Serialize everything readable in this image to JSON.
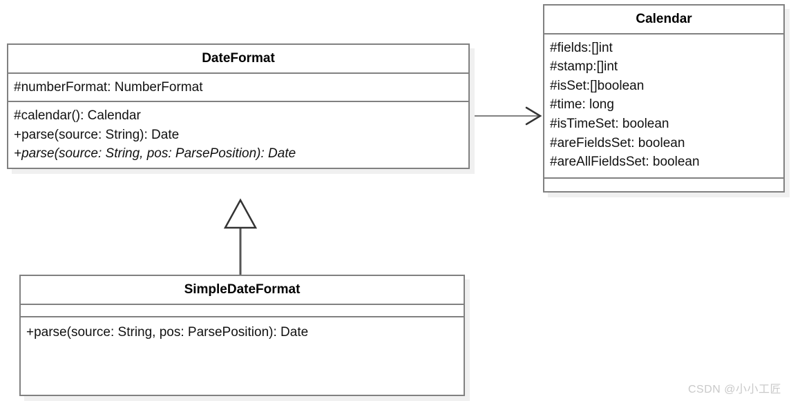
{
  "diagram": {
    "type": "uml-class-diagram",
    "background_color": "#ffffff",
    "border_color": "#808080",
    "shadow_color": "#f0f0f0",
    "text_color": "#111111"
  },
  "classes": [
    {
      "id": "dateformat",
      "name": "DateFormat",
      "attributes": [
        {
          "text": "#numberFormat: NumberFormat",
          "abstract": false
        }
      ],
      "operations": [
        {
          "text": "#calendar(): Calendar",
          "abstract": false
        },
        {
          "text": "+parse(source: String): Date",
          "abstract": false
        },
        {
          "text": "+parse(source: String, pos: ParsePosition): Date",
          "abstract": true
        }
      ]
    },
    {
      "id": "calendar",
      "name": "Calendar",
      "attributes": [
        {
          "text": "#fields:[]int",
          "abstract": false
        },
        {
          "text": "#stamp:[]int",
          "abstract": false
        },
        {
          "text": "#isSet:[]boolean",
          "abstract": false
        },
        {
          "text": "#time: long",
          "abstract": false
        },
        {
          "text": "#isTimeSet: boolean",
          "abstract": false
        },
        {
          "text": "#areFieldsSet: boolean",
          "abstract": false
        },
        {
          "text": "#areAllFieldsSet: boolean",
          "abstract": false
        }
      ],
      "operations": []
    },
    {
      "id": "simpledateformat",
      "name": "SimpleDateFormat",
      "attributes": [],
      "operations": [
        {
          "text": "+parse(source: String, pos: ParsePosition): Date",
          "abstract": false
        }
      ]
    }
  ],
  "relationships": [
    {
      "id": "dateformat-to-calendar",
      "kind": "association",
      "from": "DateFormat",
      "to": "Calendar",
      "arrow": "open-arrow",
      "label": ""
    },
    {
      "id": "simpledateformat-to-dateformat",
      "kind": "generalization",
      "from": "SimpleDateFormat",
      "to": "DateFormat",
      "arrow": "hollow-triangle",
      "label": ""
    }
  ],
  "watermark": {
    "text": "CSDN @小小工匠",
    "color": "#c9c9c9"
  }
}
